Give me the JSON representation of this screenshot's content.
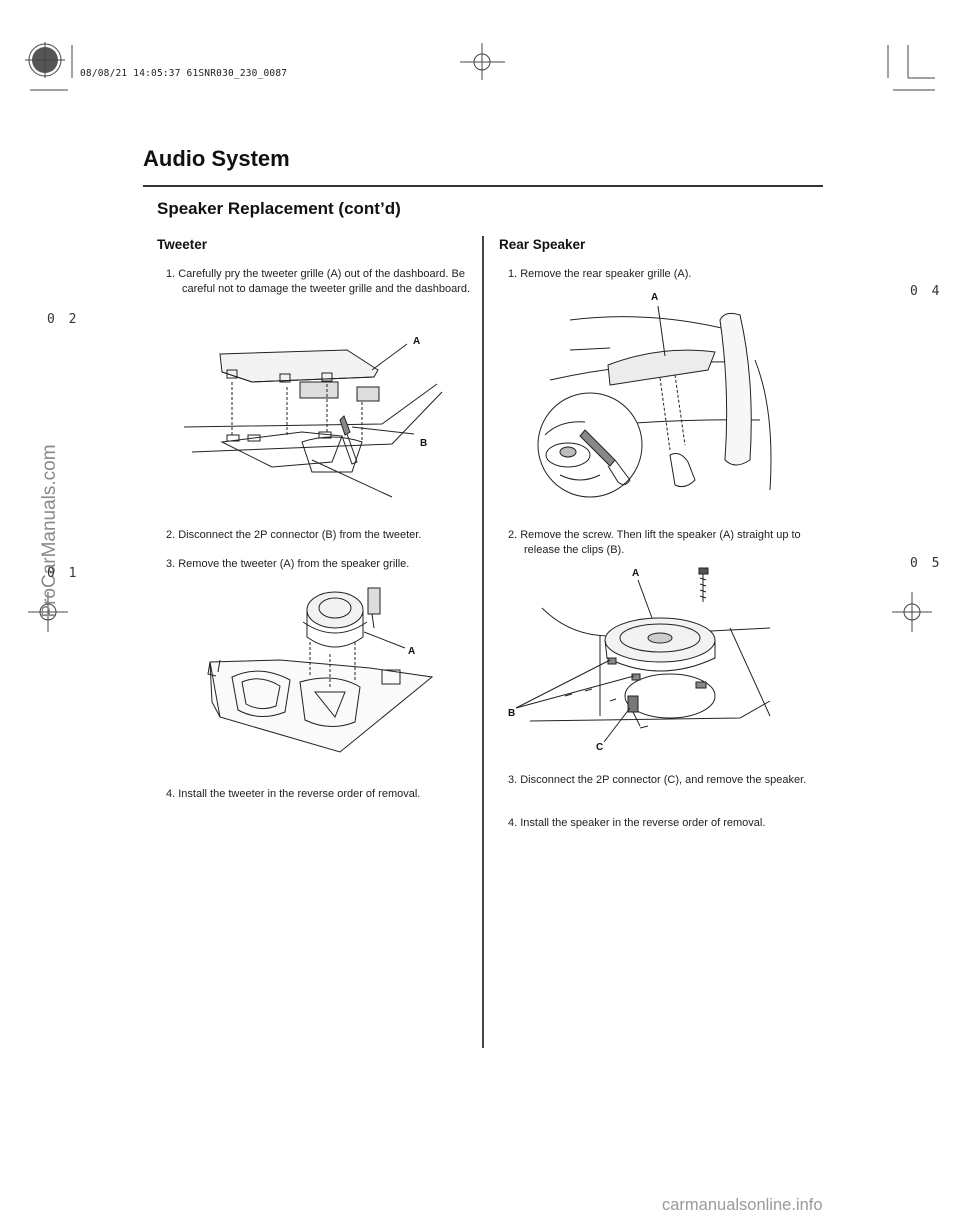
{
  "print_stamp": "08/08/21 14:05:37 61SNR030_230_0087",
  "side_watermark": "ProCarManuals.com",
  "bottom_watermark": "carmanualsonline.info",
  "page_numbers": {
    "left_top": "0 2",
    "left_bottom": "0 1",
    "right_top": "0 4",
    "right_bottom": "0 5"
  },
  "section_title": "Audio System",
  "subtitle": "Speaker Replacement (cont’d)",
  "tweeter": {
    "heading": "Tweeter",
    "step1": "1. Carefully pry the tweeter grille (A) out of the dashboard. Be careful not to damage the tweeter grille and the dashboard.",
    "fig1_callouts": {
      "a": "A",
      "b": "B"
    },
    "step2": "2. Disconnect the 2P connector (B) from the tweeter.",
    "step3": "3. Remove the tweeter (A) from the speaker grille.",
    "fig2_callouts": {
      "a": "A"
    },
    "step4": "4. Install the tweeter in the reverse order of removal."
  },
  "rear_speaker": {
    "heading": "Rear Speaker",
    "step1": "1. Remove the rear speaker grille (A).",
    "fig1_callouts": {
      "a": "A"
    },
    "step2": "2. Remove the screw. Then lift the speaker (A) straight up to release the clips (B).",
    "fig2_callouts": {
      "a": "A",
      "b": "B",
      "c": "C"
    },
    "step3": "3. Disconnect the 2P connector (C), and remove the speaker.",
    "step4": "4. Install the speaker in the reverse order of removal."
  }
}
